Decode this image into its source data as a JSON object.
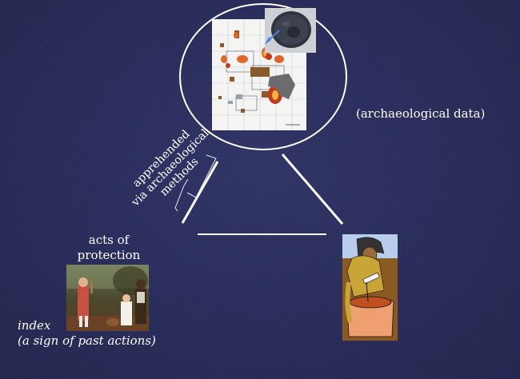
{
  "labels": {
    "archaeological_data": "(archaeological data)",
    "method_line1": "apprehended",
    "method_line2": "via archaeological",
    "method_line3": "methods",
    "acts_of_protection": "acts of protection",
    "index": "index",
    "index_definition": "(a sign of past actions)"
  },
  "images": {
    "top": [
      "site-plan-map",
      "coin-artifact"
    ],
    "bottom_left": "portrait-painting",
    "bottom_right": "potter-illustration"
  },
  "colors": {
    "background": "#2a2d5c",
    "lines": "#ffffff",
    "text": "#ffffff"
  }
}
